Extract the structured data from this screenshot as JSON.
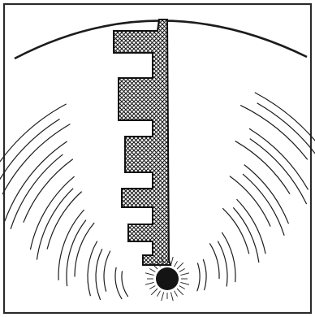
{
  "figure": {
    "frame_color": "#2a2a2a",
    "ink_color": "#1c1c1c",
    "paper_color": "#ffffff",
    "hatch": "crosshatch",
    "fins": {
      "count": 5
    },
    "wave_lines": {
      "left_groups": 6,
      "right_groups": 6
    }
  }
}
